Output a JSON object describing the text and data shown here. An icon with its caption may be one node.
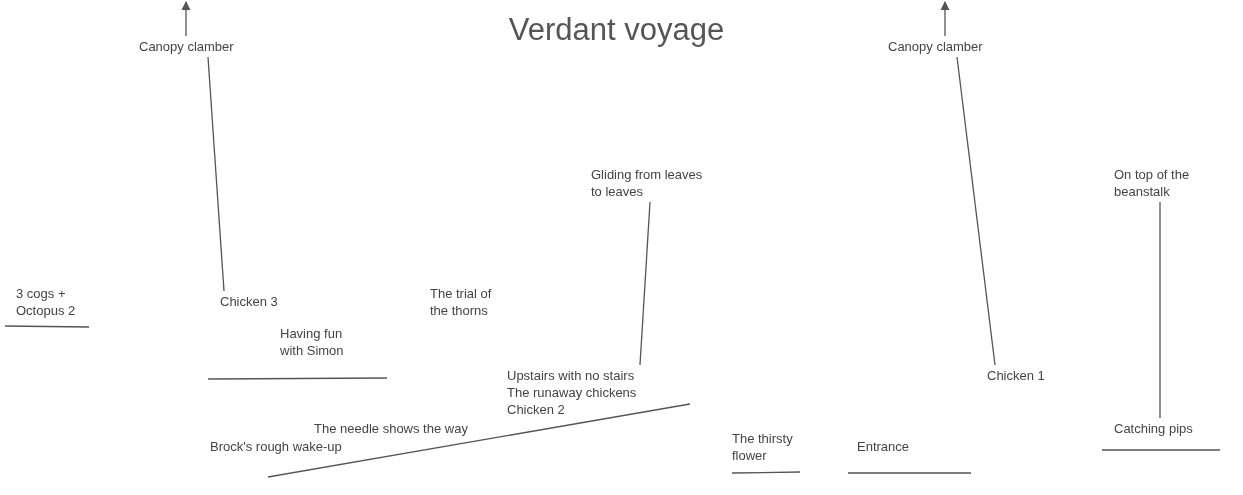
{
  "diagram": {
    "title": "Verdant voyage",
    "nodes": [
      {
        "text": [
          "Canopy clamber"
        ]
      },
      {
        "text": [
          "Canopy clamber"
        ]
      },
      {
        "text": [
          "Gliding from leaves to leaves"
        ]
      },
      {
        "text": [
          "On top of the beanstalk"
        ]
      },
      {
        "text": [
          "3 cogs + Octopus 2"
        ]
      },
      {
        "text": [
          "Chicken 3"
        ]
      },
      {
        "text": [
          "The trial of the thorns"
        ]
      },
      {
        "text": [
          "Having fun with Simon"
        ]
      },
      {
        "text": [
          "Upstairs with no stairs"
        ]
      },
      {
        "text": [
          "The runaway chickens"
        ]
      },
      {
        "text": [
          "Chicken 2"
        ]
      },
      {
        "text": [
          "Chicken 1"
        ]
      },
      {
        "text": [
          "The needle shows the way"
        ]
      },
      {
        "text": [
          "Catching pips"
        ]
      },
      {
        "text": [
          "Brock's rough wake-up"
        ]
      },
      {
        "text": [
          "The thirsty flower"
        ]
      },
      {
        "text": [
          "Entrance"
        ]
      }
    ],
    "edges": [
      {
        "from": 5,
        "to": 0,
        "arrow": "none"
      },
      {
        "from": 0,
        "to": null,
        "arrow": "to"
      },
      {
        "from": 2,
        "to": 8,
        "arrow": "none"
      },
      {
        "from": 11,
        "to": 1,
        "arrow": "none"
      },
      {
        "from": 1,
        "to": null,
        "arrow": "to"
      },
      {
        "from": 3,
        "to": 13,
        "arrow": "none"
      }
    ]
  }
}
